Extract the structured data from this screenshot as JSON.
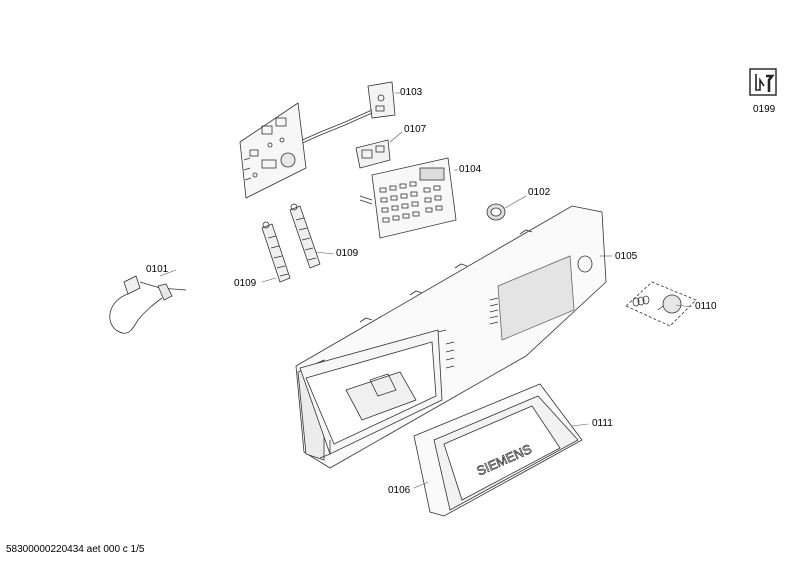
{
  "parts": {
    "p0101": "0101",
    "p0102": "0102",
    "p0103": "0103",
    "p0104": "0104",
    "p0105": "0105",
    "p0106": "0106",
    "p0107": "0107",
    "p0109a": "0109",
    "p0109b": "0109",
    "p0110": "0110",
    "p0111": "0111",
    "p0199": "0199"
  },
  "brand": "SIEMENS",
  "footer": "58300000220434 aet 000 c 1/5",
  "icons": {
    "service": "service-tool-icon"
  }
}
